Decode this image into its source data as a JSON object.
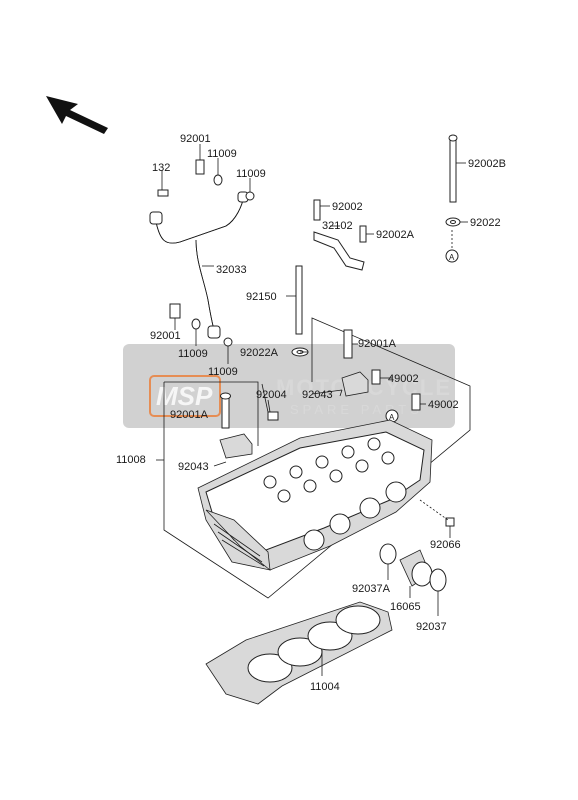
{
  "labels": {
    "p92001_top": "92001",
    "p11009_a": "11009",
    "p132": "132",
    "p11009_b": "11009",
    "p92002B": "92002B",
    "p92002": "92002",
    "p32102": "32102",
    "p92002A": "92002A",
    "p92022": "92022",
    "p32033": "32033",
    "p92150": "92150",
    "p92001_mid": "92001",
    "p11009_c": "11009",
    "p92001A_r": "92001A",
    "p92022A": "92022A",
    "p11009_d": "11009",
    "p49002_a": "49002",
    "p92004": "92004",
    "p92043_a": "92043",
    "p49002_b": "49002",
    "p92001A_l": "92001A",
    "p11008": "11008",
    "p92043_b": "92043",
    "p92066": "92066",
    "p92037A": "92037A",
    "p16065": "16065",
    "p92037": "92037",
    "p11004": "11004",
    "ref_A_1": "A",
    "ref_A_2": "A"
  },
  "watermark": {
    "logo": "MSP",
    "title": "MOTORCYCLE",
    "subtitle": "SPARE PARTS"
  },
  "colors": {
    "watermark_band": "#9a9a9a",
    "logo_orange": "#f07020",
    "ink": "#1a1a1a"
  }
}
